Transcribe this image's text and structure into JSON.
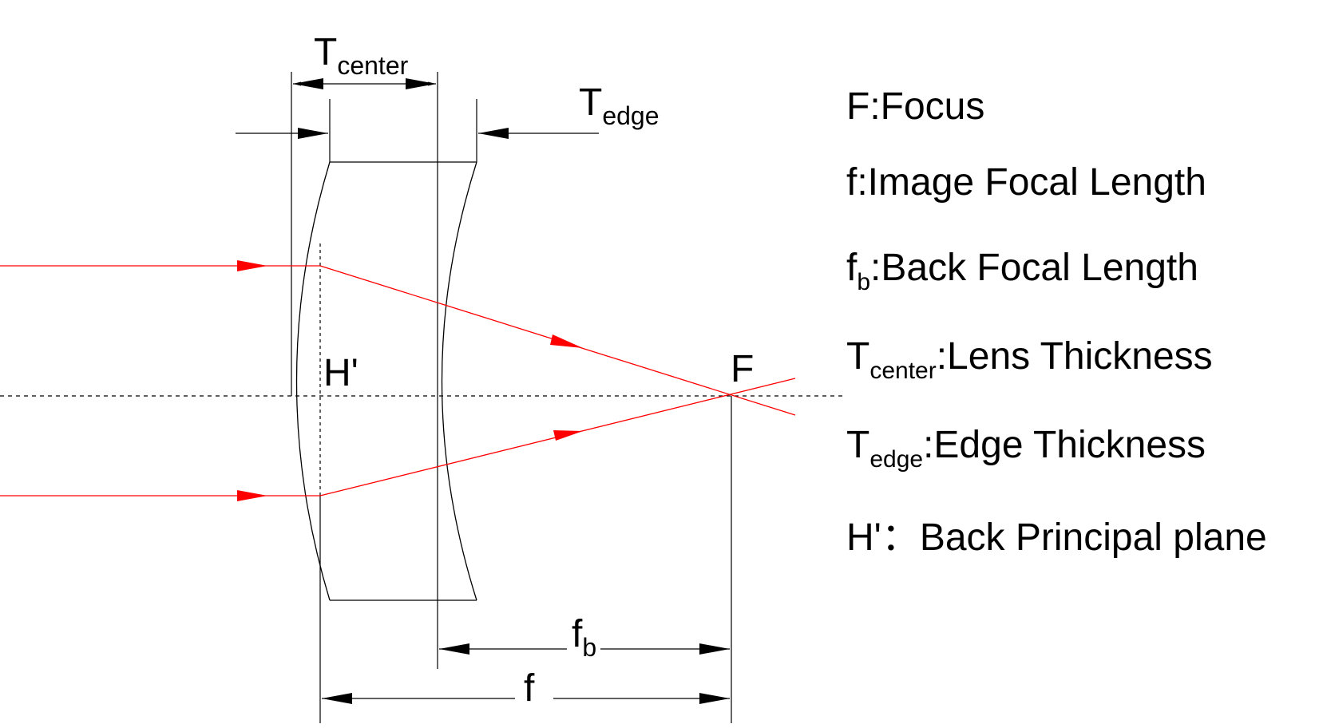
{
  "labels": {
    "t_center_main": "T",
    "t_center_sub": "center",
    "t_edge_main": "T",
    "t_edge_sub": "edge",
    "h_prime": "H'",
    "focus": "F",
    "fb_main": "f",
    "fb_sub": "b",
    "f": "f"
  },
  "legend": {
    "focus": {
      "text": "F:Focus"
    },
    "image_focal": {
      "text": "f:Image Focal Length"
    },
    "back_focal": {
      "main": "f",
      "sub": "b",
      "rest": ":Back Focal Length"
    },
    "lens_thickness": {
      "main": "T",
      "sub": "center",
      "rest": ":Lens Thickness"
    },
    "edge_thickness": {
      "main": "T",
      "sub": "edge",
      "rest": ":Edge Thickness"
    },
    "principal_plane": {
      "text": "H'：Back Principal plane"
    }
  },
  "colors": {
    "ray": "#ff0000",
    "line": "#000000",
    "background": "#ffffff"
  }
}
